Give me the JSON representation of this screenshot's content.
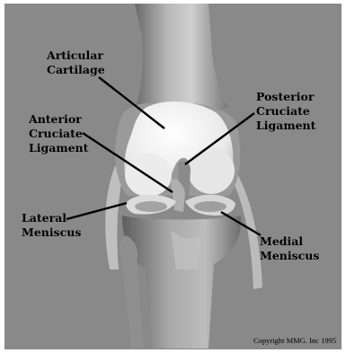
{
  "labels": {
    "articular_cartilage": "Articular\nCartilage",
    "posterior_cruciate": "Posterior\nCruciate\nLigament",
    "anterior_cruciate": "Anterior\nCruciate\nLigament",
    "lateral_meniscus": "Lateral\nMeniscus",
    "medial_meniscus": "Medial\nMeniscus"
  },
  "copyright": "Copyright MMG. Inc 1995"
}
